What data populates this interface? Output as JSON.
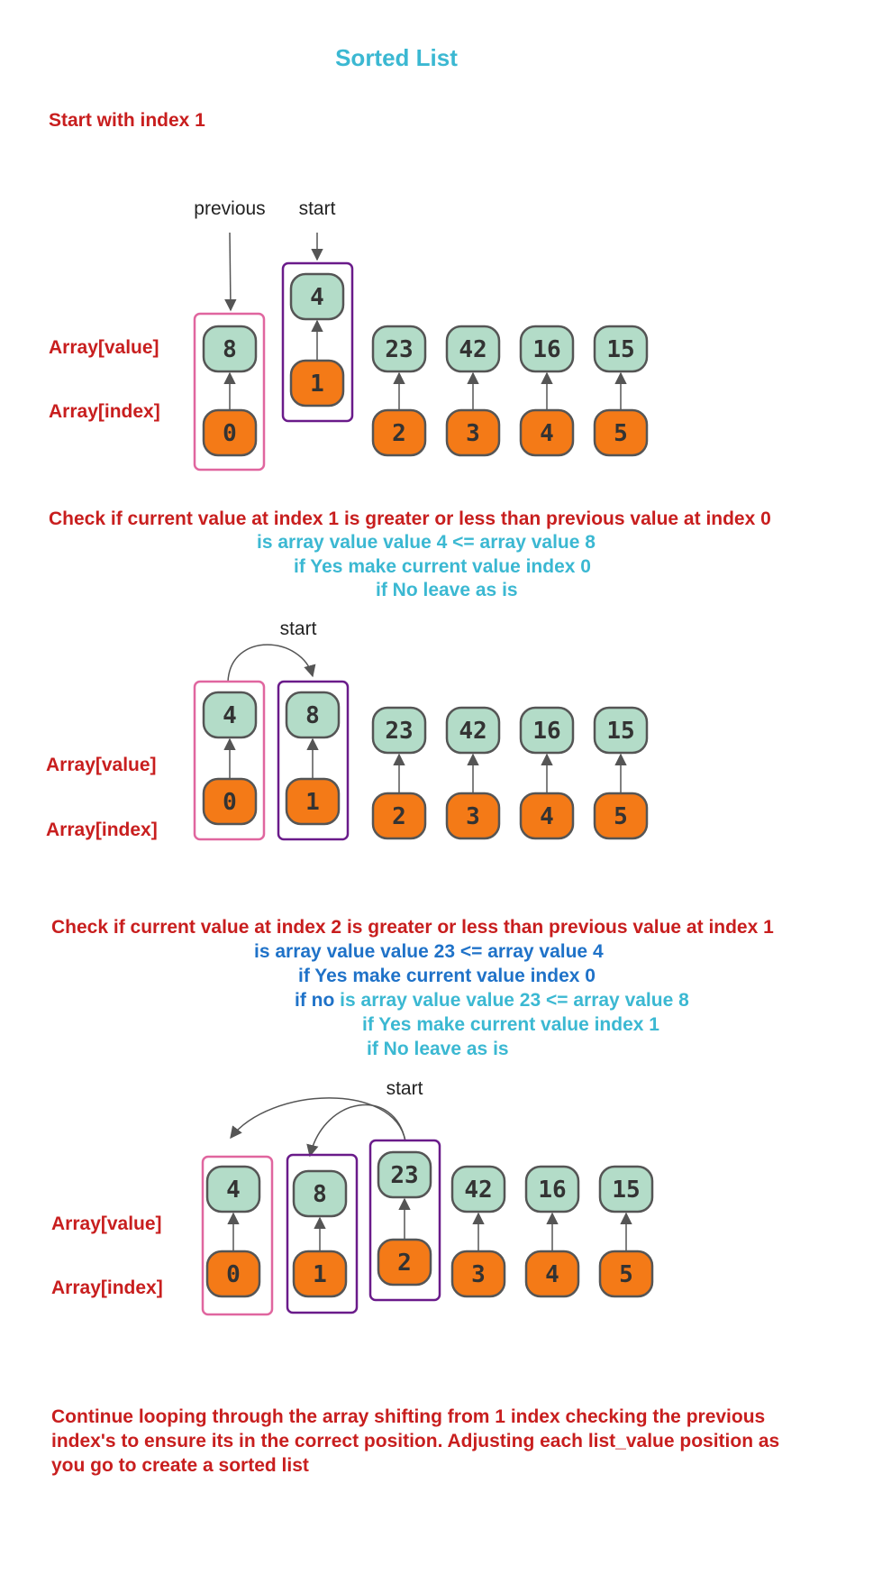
{
  "title": "Sorted List",
  "step1": {
    "heading": "Start with index 1",
    "pointer_previous": "previous",
    "pointer_start": "start",
    "row_value_label": "Array[value]",
    "row_index_label": "Array[index]",
    "nodes": [
      {
        "value": "8",
        "index": "0"
      },
      {
        "value": "4",
        "index": "1"
      },
      {
        "value": "23",
        "index": "2"
      },
      {
        "value": "42",
        "index": "3"
      },
      {
        "value": "16",
        "index": "4"
      },
      {
        "value": "15",
        "index": "5"
      }
    ],
    "check": "Check if current value at index 1 is greater or less than previous value at index 0",
    "compare": "is array value value 4 <= array value 8",
    "if_yes": "if Yes make current value index 0",
    "if_no": "if No leave as is"
  },
  "step2": {
    "pointer_start": "start",
    "row_value_label": "Array[value]",
    "row_index_label": "Array[index]",
    "nodes": [
      {
        "value": "4",
        "index": "0"
      },
      {
        "value": "8",
        "index": "1"
      },
      {
        "value": "23",
        "index": "2"
      },
      {
        "value": "42",
        "index": "3"
      },
      {
        "value": "16",
        "index": "4"
      },
      {
        "value": "15",
        "index": "5"
      }
    ],
    "check": "Check if current value at index 2 is greater or less than previous value at index 1",
    "compare": "is array value value 23 <= array value 4",
    "if_yes": "if Yes make current value index 0",
    "if_no_prefix": "if no",
    "if_no_compare": " is array value value 23 <= array value 8",
    "if_yes_2": "if Yes make current value index 1",
    "if_no_2": "if No leave as is"
  },
  "step3": {
    "pointer_start": "start",
    "row_value_label": "Array[value]",
    "row_index_label": "Array[index]",
    "nodes": [
      {
        "value": "4",
        "index": "0"
      },
      {
        "value": "8",
        "index": "1"
      },
      {
        "value": "23",
        "index": "2"
      },
      {
        "value": "42",
        "index": "3"
      },
      {
        "value": "16",
        "index": "4"
      },
      {
        "value": "15",
        "index": "5"
      }
    ]
  },
  "conclusion": {
    "line1": "Continue looping through the array shifting from 1 index checking the previous",
    "line2": "index's to ensure its in the correct position. Adjusting each list_value position as",
    "line3": "you go to create a sorted list"
  },
  "colors": {
    "title": "#3bb8d2",
    "red_text": "#c81e1e",
    "cyan_text": "#3bb8d2",
    "blue_text": "#1f72c8",
    "value_node": "#b3dcc8",
    "index_node": "#f47a17",
    "frame_previous": "#e0669f",
    "frame_current": "#6a1b8a"
  }
}
